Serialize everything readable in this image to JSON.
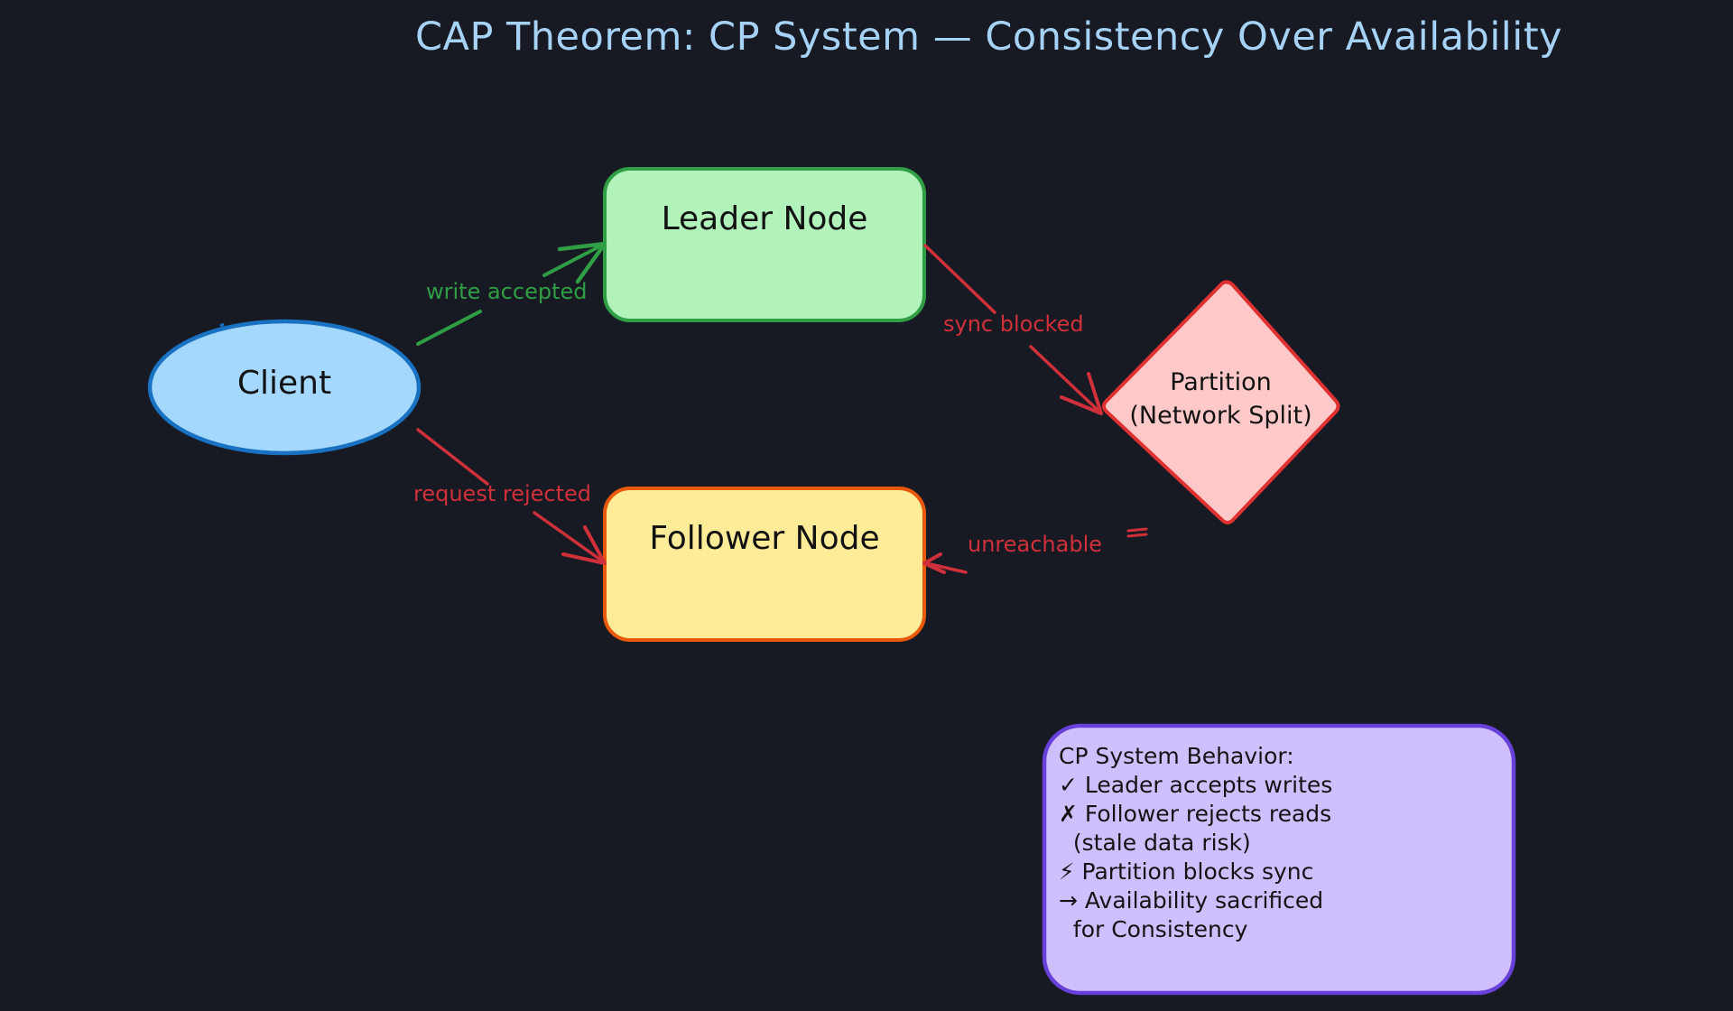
{
  "title": "CAP Theorem: CP System — Consistency Over Availability",
  "colors": {
    "background": "#171923",
    "title": "#a6d2f5",
    "green_edge": "#2f9e44",
    "red_edge": "#d0303a",
    "client_fill": "#a5d8ff",
    "client_stroke": "#1971c2",
    "leader_fill": "#b2f2bb",
    "leader_stroke": "#2f9e44",
    "follower_fill": "#ffec99",
    "follower_stroke": "#e8590c",
    "partition_fill": "#ffc9c9",
    "partition_stroke": "#e03131",
    "notes_fill": "#d0bfff",
    "notes_stroke": "#6741d9"
  },
  "nodes": {
    "client": "Client",
    "leader": "Leader Node",
    "follower": "Follower Node",
    "partition_line1": "Partition",
    "partition_line2": "(Network Split)"
  },
  "edges": {
    "write": "write accepted",
    "sync": "sync blocked",
    "request": "request rejected",
    "unreachable": "unreachable"
  },
  "notes": {
    "heading": "CP System Behavior:",
    "line1": "✓ Leader accepts writes",
    "line2": "✗ Follower rejects reads",
    "line3": "  (stale data risk)",
    "line4": "⚡ Partition blocks sync",
    "line5": "→ Availability sacrificed",
    "line6": "  for Consistency"
  }
}
